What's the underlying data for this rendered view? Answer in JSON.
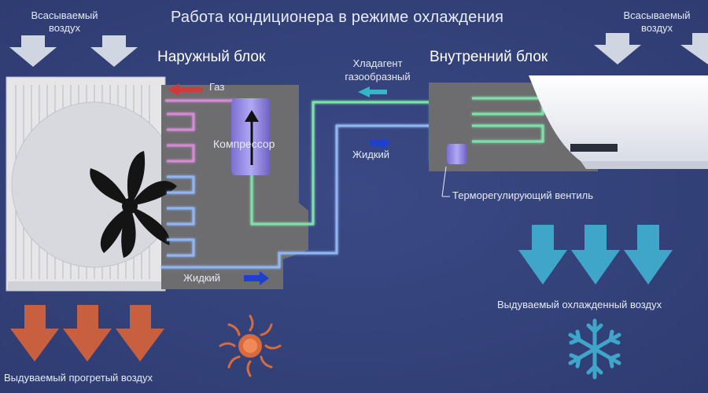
{
  "title": "Работа кондиционера в режиме охлаждения",
  "outdoor": {
    "heading": "Наружный блок",
    "intake_label": "Всасываемый воздух",
    "gas_label": "Газ",
    "compressor_label": "Компрессор",
    "liquid_label": "Жидкий",
    "exhaust_label": "Выдуваемый прогретый воздух",
    "arrow_color": "#c8603f",
    "icon": "sun-icon"
  },
  "indoor": {
    "heading": "Внутренний блок",
    "intake_label": "Всасываемый воздух",
    "valve_label": "Терморегулирующий вентиль",
    "exhaust_label": "Выдуваемый охлажденный воздух",
    "arrow_color": "#3fa6c9",
    "icon": "snowflake-icon"
  },
  "refrigerant": {
    "gas_label": "Хладагент газообразный",
    "liquid_label": "Жидкий"
  },
  "colors": {
    "background": "#34427b",
    "gas_pipe": "#7fe0a8",
    "liquid_pipe": "#8fb6f2",
    "hot_coil": "#d58ad6",
    "flow_arrow_gas": "#2fb8c8",
    "flow_arrow_liquid": "#1f3fd0",
    "gas_arrow_hot": "#d23a3a"
  }
}
